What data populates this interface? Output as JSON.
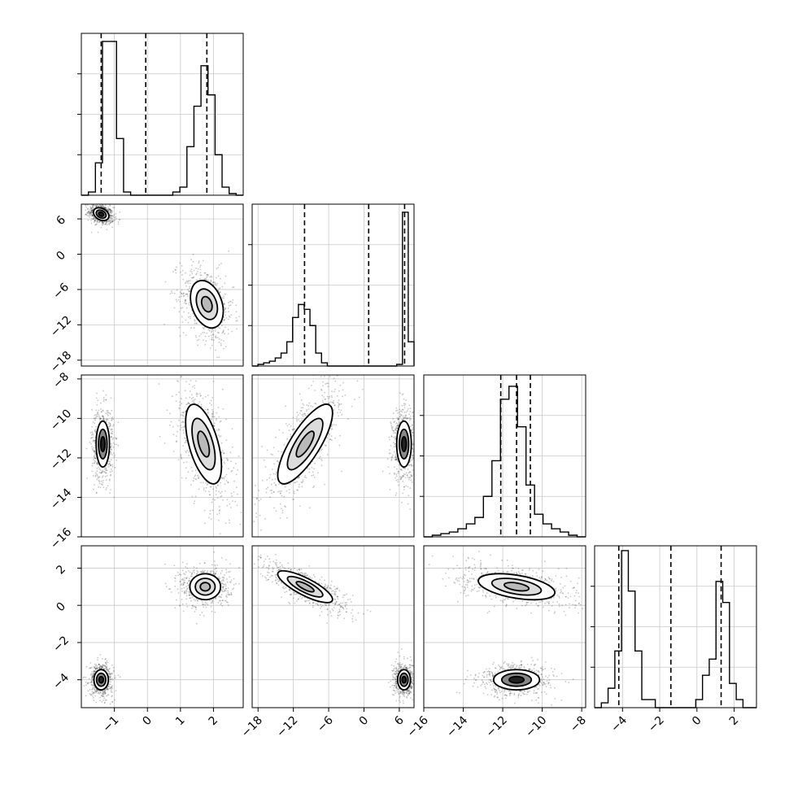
{
  "chart_data": {
    "type": "corner",
    "grid": true,
    "parameters": [
      {
        "range": [
          -2.0,
          2.9
        ],
        "ticks": [
          -1,
          0,
          1,
          2
        ],
        "tick_labels": [
          "−1",
          "0",
          "1",
          "2"
        ],
        "quantiles": [
          -1.4,
          -0.05,
          1.8
        ],
        "histogram": [
          0.0,
          0.02,
          0.2,
          0.95,
          0.95,
          0.35,
          0.02,
          0.0,
          0.0,
          0.0,
          0.0,
          0.0,
          0.0,
          0.02,
          0.05,
          0.3,
          0.55,
          0.8,
          0.62,
          0.25,
          0.05,
          0.01,
          0.0
        ]
      },
      {
        "range": [
          -19.0,
          8.5
        ],
        "ticks": [
          -18,
          -12,
          -6,
          0,
          6
        ],
        "tick_labels": [
          "−18",
          "−12",
          "−6",
          "0",
          "6"
        ],
        "quantiles": [
          -10.1,
          0.8,
          6.9
        ],
        "histogram": [
          0.0,
          0.01,
          0.02,
          0.03,
          0.05,
          0.08,
          0.15,
          0.3,
          0.38,
          0.35,
          0.25,
          0.08,
          0.02,
          0.0,
          0.0,
          0.0,
          0.0,
          0.0,
          0.0,
          0.0,
          0.0,
          0.0,
          0.0,
          0.0,
          0.0,
          0.01,
          0.95,
          0.15
        ]
      },
      {
        "range": [
          -16.0,
          -7.8
        ],
        "ticks": [
          -16,
          -14,
          -12,
          -10,
          -8
        ],
        "tick_labels": [
          "−16",
          "−14",
          "−12",
          "−10",
          "−8"
        ],
        "quantiles": [
          -12.1,
          -11.3,
          -10.6
        ],
        "histogram": [
          0.0,
          0.01,
          0.02,
          0.03,
          0.05,
          0.08,
          0.12,
          0.25,
          0.47,
          0.85,
          0.93,
          0.68,
          0.32,
          0.14,
          0.08,
          0.05,
          0.03,
          0.01,
          0.0
        ]
      },
      {
        "range": [
          -5.5,
          3.2
        ],
        "ticks": [
          -4,
          -2,
          0,
          2
        ],
        "tick_labels": [
          "−4",
          "−2",
          "0",
          "2"
        ],
        "quantiles": [
          -4.2,
          -1.4,
          1.3
        ],
        "histogram": [
          0.0,
          0.03,
          0.12,
          0.35,
          0.97,
          0.72,
          0.35,
          0.05,
          0.05,
          0.0,
          0.0,
          0.0,
          0.0,
          0.0,
          0.0,
          0.05,
          0.2,
          0.3,
          0.78,
          0.65,
          0.15,
          0.05,
          0.0,
          0.0
        ]
      }
    ],
    "blobs": {
      "1-0": [
        {
          "mx": -1.4,
          "my": 6.8,
          "sx": 0.15,
          "sy": 0.7,
          "r": -0.3,
          "w": 0.5,
          "core": "dark"
        },
        {
          "mx": 1.8,
          "my": -8.5,
          "sx": 0.32,
          "sy": 2.6,
          "r": -0.3,
          "w": 0.5,
          "core": "light"
        }
      ],
      "2-0": [
        {
          "mx": -1.35,
          "my": -11.3,
          "sx": 0.13,
          "sy": 0.75,
          "r": 0.0,
          "w": 0.5,
          "core": "dark"
        },
        {
          "mx": 1.7,
          "my": -11.3,
          "sx": 0.35,
          "sy": 1.3,
          "r": -0.55,
          "w": 0.5,
          "core": "light"
        }
      ],
      "2-1": [
        {
          "mx": -10.0,
          "my": -11.3,
          "sx": 3.0,
          "sy": 1.3,
          "r": 0.78,
          "w": 0.5,
          "core": "light"
        },
        {
          "mx": 6.8,
          "my": -11.3,
          "sx": 0.8,
          "sy": 0.75,
          "r": 0.0,
          "w": 0.5,
          "core": "dark"
        }
      ],
      "3-0": [
        {
          "mx": -1.4,
          "my": -4.0,
          "sx": 0.14,
          "sy": 0.35,
          "r": 0.0,
          "w": 0.5,
          "core": "dark"
        },
        {
          "mx": 1.75,
          "my": 1.0,
          "sx": 0.3,
          "sy": 0.45,
          "r": 0.0,
          "w": 0.5,
          "core": "light"
        }
      ],
      "3-1": [
        {
          "mx": -10.0,
          "my": 1.0,
          "sx": 3.0,
          "sy": 0.55,
          "r": -0.8,
          "w": 0.5,
          "core": "light"
        },
        {
          "mx": 6.8,
          "my": -4.0,
          "sx": 0.7,
          "sy": 0.35,
          "r": 0.0,
          "w": 0.5,
          "core": "dark"
        }
      ],
      "3-2": [
        {
          "mx": -11.3,
          "my": 1.0,
          "sx": 1.25,
          "sy": 0.45,
          "r": -0.45,
          "w": 0.5,
          "core": "light"
        },
        {
          "mx": -11.3,
          "my": -4.0,
          "sx": 0.75,
          "sy": 0.35,
          "r": 0.0,
          "w": 0.5,
          "core": "dark"
        }
      ]
    }
  }
}
